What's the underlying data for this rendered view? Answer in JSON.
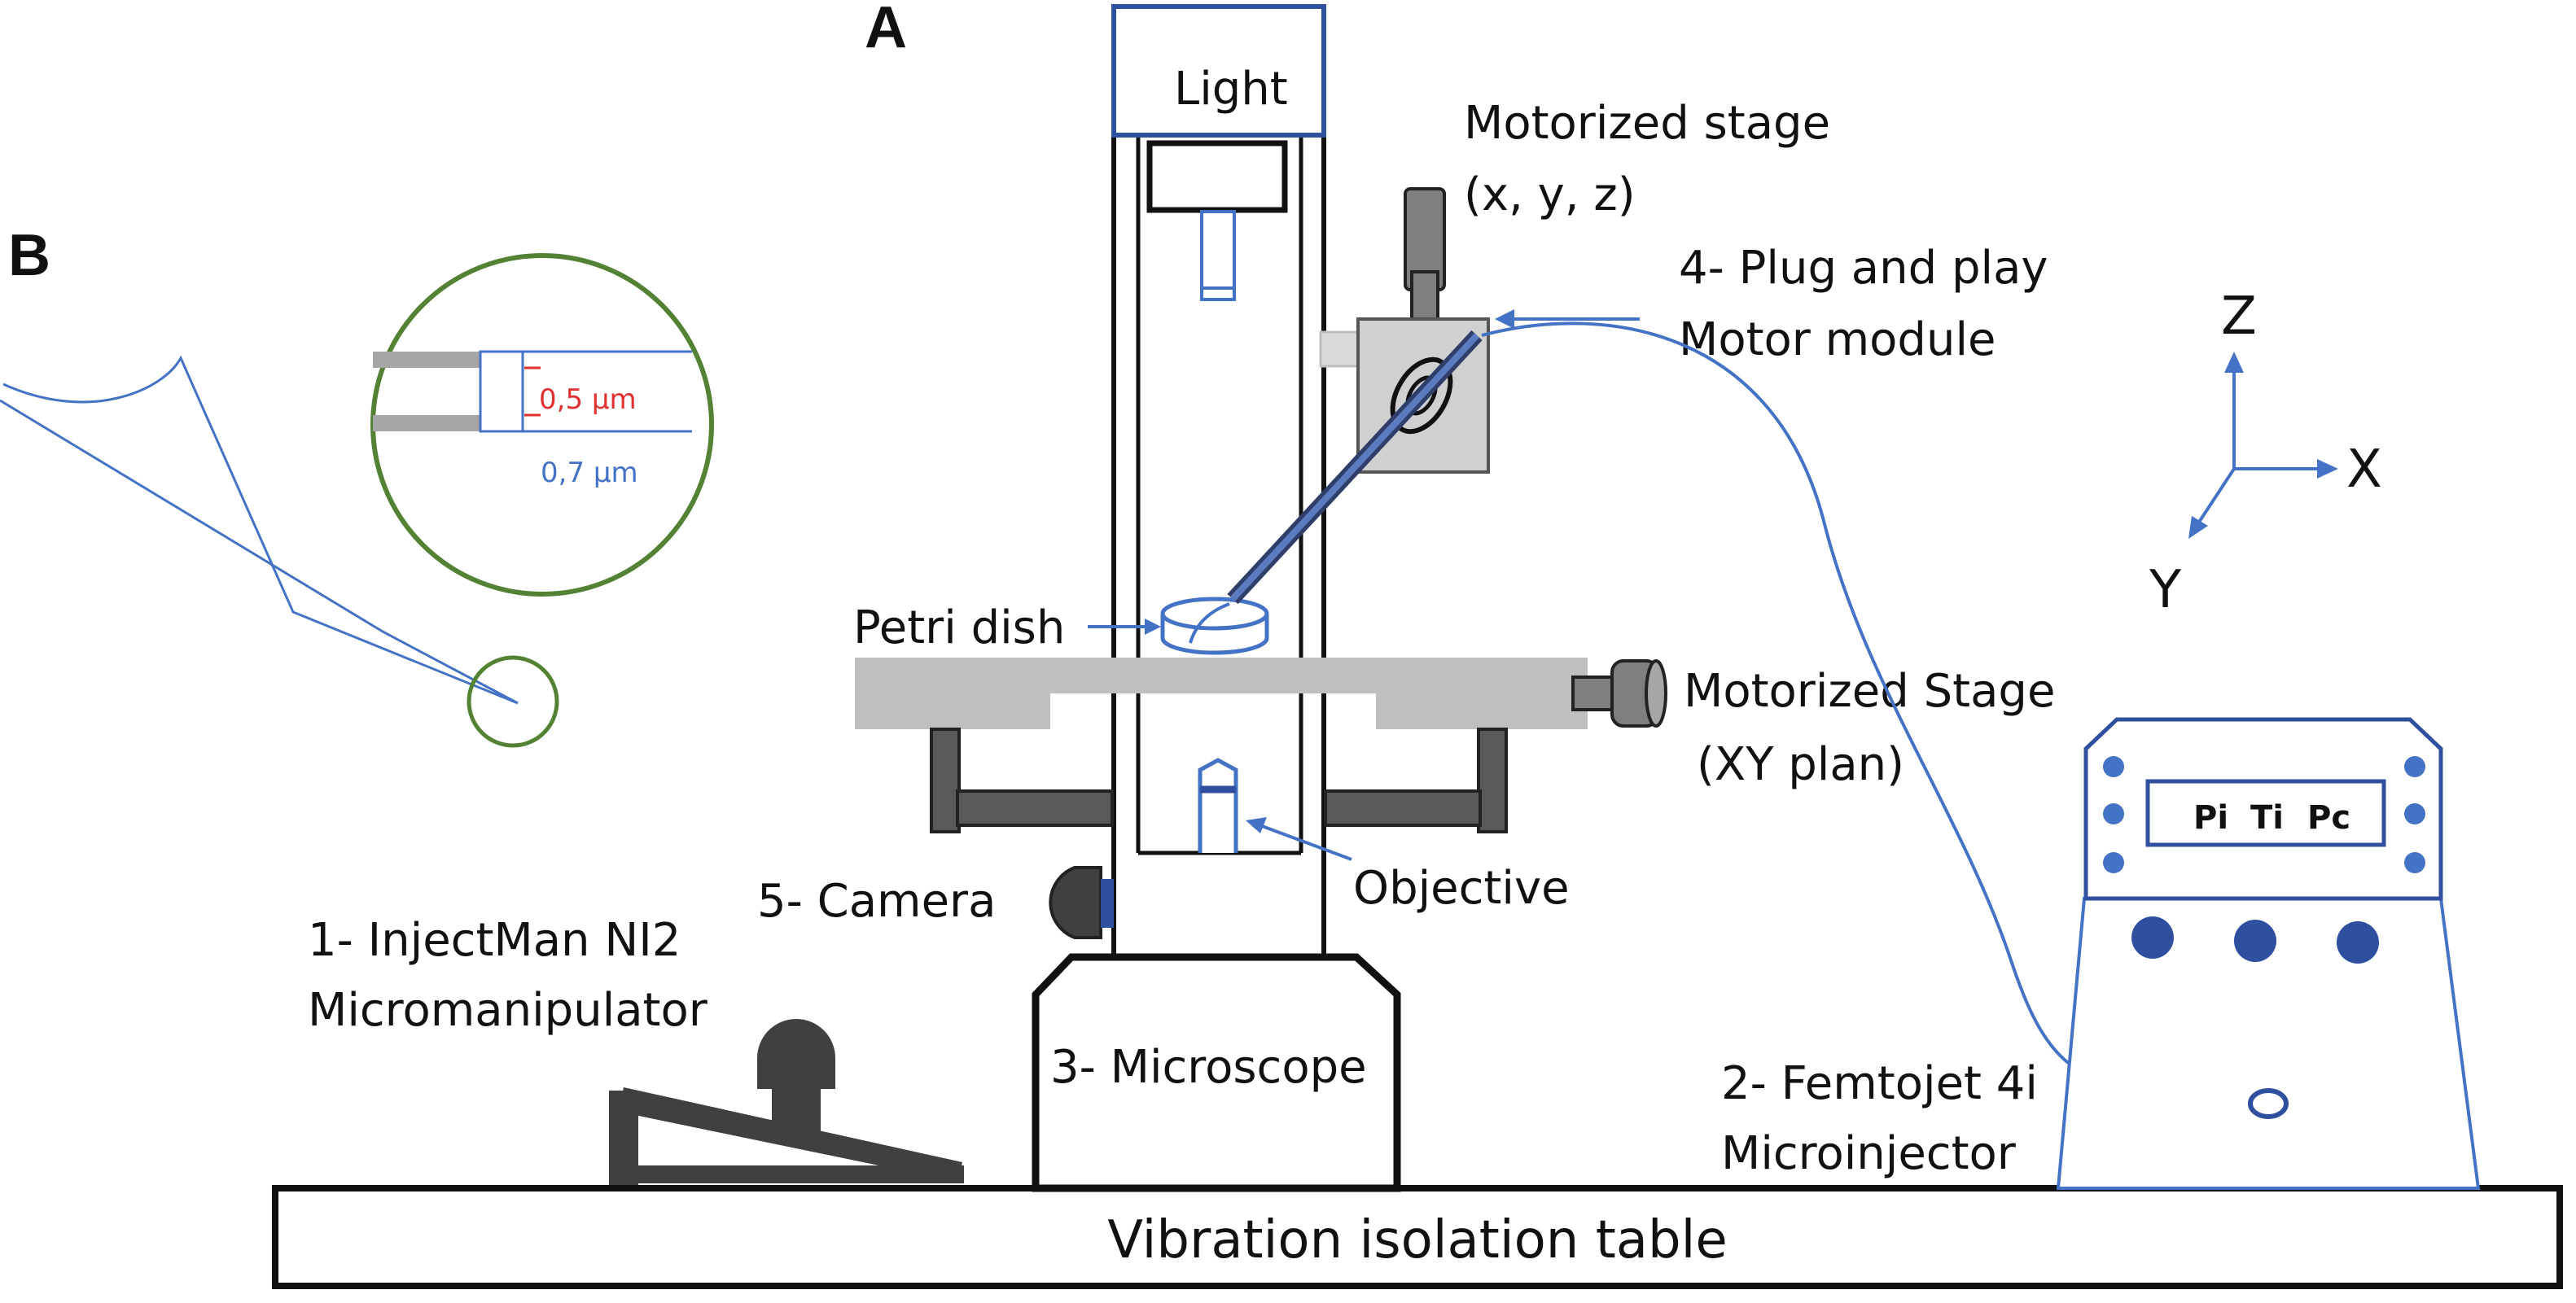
{
  "panels": {
    "a": "A",
    "b": "B"
  },
  "labels": {
    "light": "Light",
    "motorized_stage_z_line1": "Motorized stage",
    "motorized_stage_z_line2": "(x, y, z)",
    "plug_play_line1": "4- Plug and play",
    "plug_play_line2": "Motor module",
    "petri_dish": "Petri dish",
    "motorized_stage_xy_line1": "Motorized Stage",
    "motorized_stage_xy_line2": "(XY plan)",
    "objective": "Objective",
    "camera": "5- Camera",
    "injectman_line1": "1- InjectMan NI2",
    "injectman_line2": "Micromanipulator",
    "microscope": "3- Microscope",
    "femtojet_line1": "2- Femtojet  4i",
    "femtojet_line2": "Microinjector",
    "vibration_table": "Vibration isolation table"
  },
  "axes": {
    "z": "Z",
    "x": "X",
    "y": "Y"
  },
  "micro_tip": {
    "inner": "0,5 µm",
    "outer": "0,7 µm"
  },
  "femtojet_display": {
    "pi": "Pi",
    "ti": "Ti",
    "pc": "Pc"
  },
  "colors": {
    "outline": "#111111",
    "blue": "#4472c4",
    "gray": "#bfbfbf",
    "dark_gray": "#595959",
    "green": "#548235",
    "red": "#e03030"
  }
}
